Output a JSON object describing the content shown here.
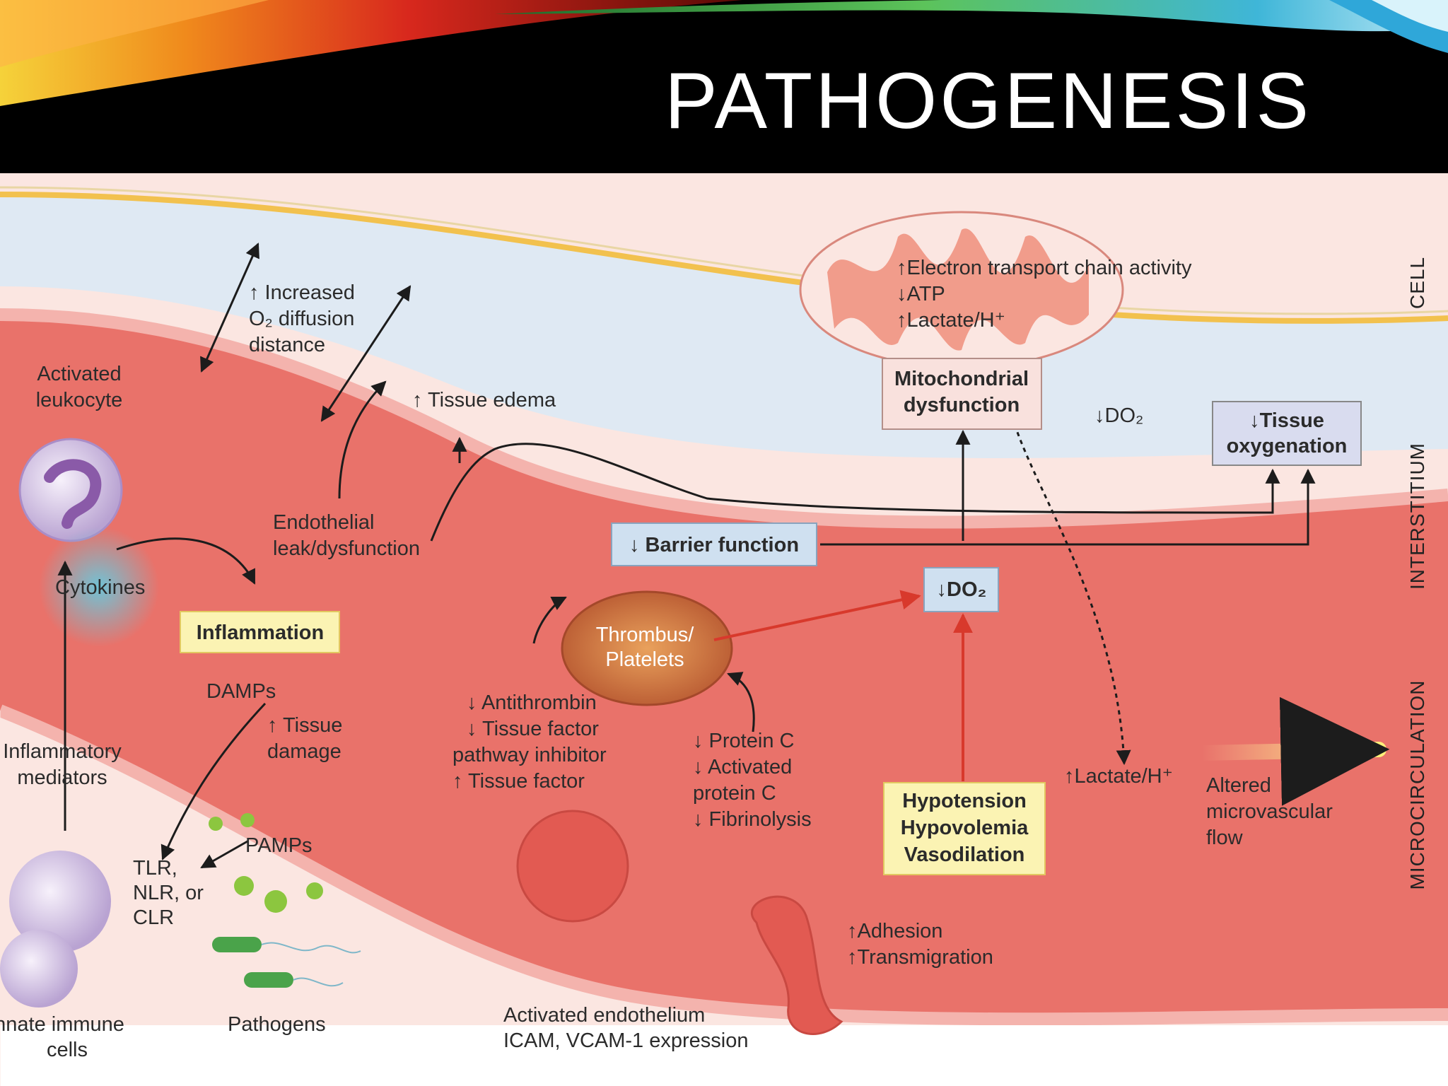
{
  "slide": {
    "title": "PATHOGENESIS"
  },
  "zones": {
    "cell": "CELL",
    "interstitium": "INTERSTITIUM",
    "microcirculation": "MICROCIRCULATION"
  },
  "labels": {
    "o2_diffusion": [
      "↑ Increased",
      "O₂ diffusion",
      "distance"
    ],
    "activated_leukocyte": [
      "Activated",
      "leukocyte"
    ],
    "tissue_edema": "↑ Tissue edema",
    "mito_effects": [
      "↑Electron transport chain activity",
      "↓ATP",
      "↑Lactate/H⁺"
    ],
    "do2_interstitium": "↓DO₂",
    "endothelial_leak": [
      "Endothelial",
      "leak/dysfunction"
    ],
    "cytokines": "Cytokines",
    "damps": "DAMPs",
    "tissue_damage": [
      "↑ Tissue",
      "damage"
    ],
    "inflammatory_mediators": [
      "Inflammatory",
      "mediators"
    ],
    "thrombus": [
      "Thrombus/",
      "Platelets"
    ],
    "anticoag_left": [
      "↓ Antithrombin",
      "↓ Tissue factor",
      "pathway inhibitor",
      "↑ Tissue factor"
    ],
    "anticoag_right": [
      "↓ Protein C",
      "↓ Activated",
      "protein C",
      "↓ Fibrinolysis"
    ],
    "lactate_micro": "↑Lactate/H⁺",
    "altered_flow": [
      "Altered",
      "microvascular",
      "flow"
    ],
    "receptors": [
      "TLR,",
      "NLR, or",
      "CLR"
    ],
    "pamps": "PAMPs",
    "innate_cells": [
      "Innate immune",
      "cells"
    ],
    "pathogens": "Pathogens",
    "activated_endothelium": [
      "Activated endothelium",
      "ICAM, VCAM-1 expression"
    ],
    "adhesion": [
      "↑Adhesion",
      "↑Transmigration"
    ]
  },
  "boxes": {
    "mitochondrial_dysfunction": [
      "Mitochondrial",
      "dysfunction"
    ],
    "tissue_oxygenation": [
      "↓Tissue",
      "oxygenation"
    ],
    "barrier_function": "↓ Barrier function",
    "do2_box": "↓DO₂",
    "inflammation": "Inflammation",
    "hypotension": [
      "Hypotension",
      "Hypovolemia",
      "Vasodilation"
    ]
  },
  "colors": {
    "header_bg": "#000000",
    "title_text": "#ffffff",
    "vessel_fill": "#e9726a",
    "interstitium_fill": "#dfe9f3",
    "cell_membrane": "#f2c14e",
    "yellow_box": "#fbf3b3",
    "blue_box": "#cfe0f0",
    "pink_box": "#f9e1dd",
    "red_arrow": "#d8392c"
  }
}
